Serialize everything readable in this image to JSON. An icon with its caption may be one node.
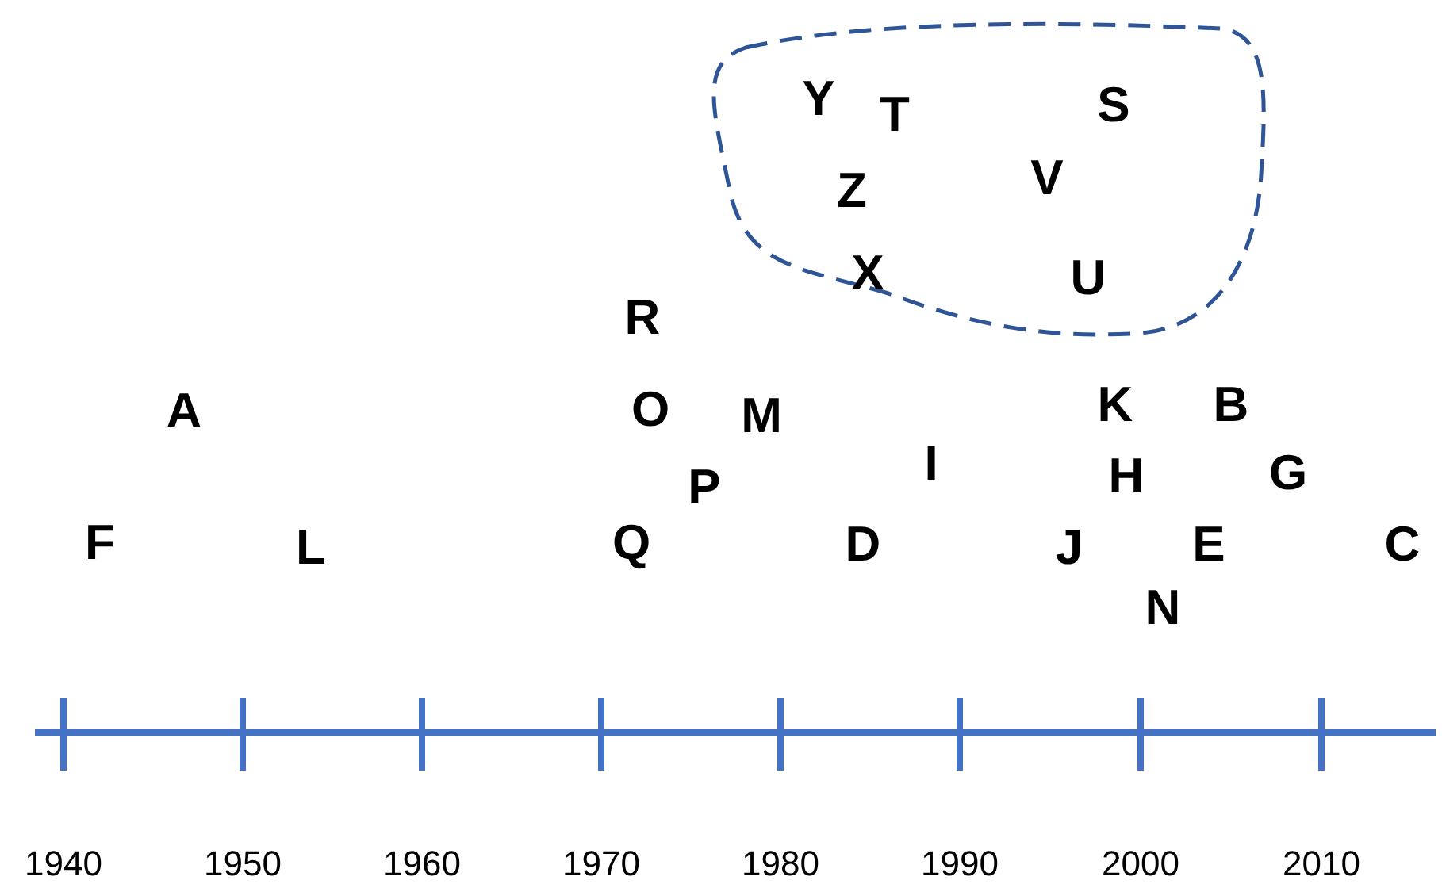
{
  "diagram": {
    "nodes": [
      {
        "text": [
          "Y",
          "T",
          "S",
          "Z",
          "V",
          "X",
          "U"
        ]
      }
    ],
    "labels": [
      "R",
      "A",
      "O",
      "M",
      "K",
      "B",
      "P",
      "I",
      "H",
      "G",
      "F",
      "L",
      "Q",
      "D",
      "J",
      "E",
      "C",
      "N",
      "1940",
      "1950",
      "1960",
      "1970",
      "1980",
      "1990",
      "2000",
      "2010"
    ]
  }
}
